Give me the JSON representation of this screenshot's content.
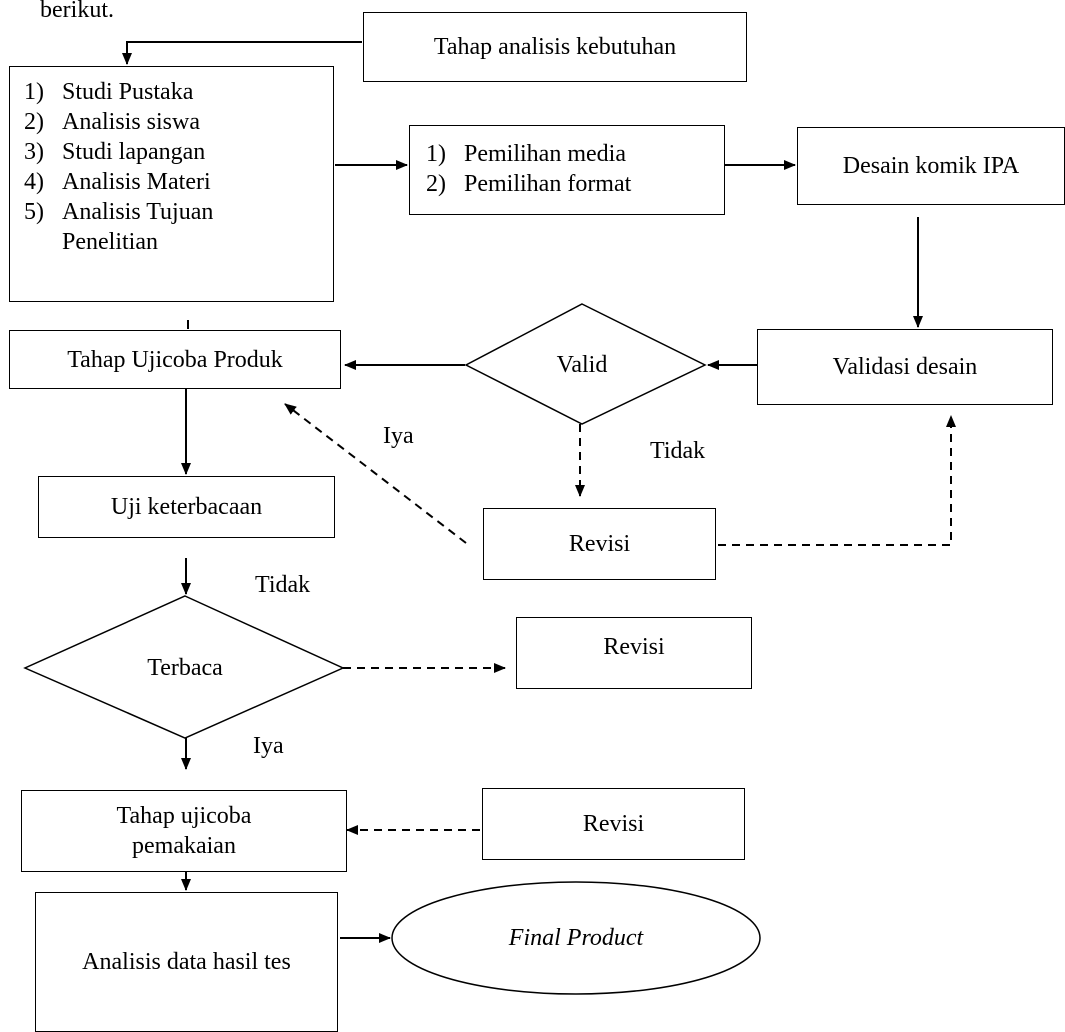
{
  "page": {
    "intro_fragment": "berikut."
  },
  "nodes": {
    "kebutuhan": "Tahap analisis kebutuhan",
    "analysis_items": [
      {
        "num": "1)",
        "text": "Studi Pustaka"
      },
      {
        "num": "2)",
        "text": "Analisis siswa"
      },
      {
        "num": "3)",
        "text": "Studi lapangan"
      },
      {
        "num": "4)",
        "text": "Analisis Materi"
      },
      {
        "num": "5)",
        "text": "Analisis Tujuan Penelitian"
      }
    ],
    "media_items": [
      {
        "num": "1)",
        "text": "Pemilihan media"
      },
      {
        "num": "2)",
        "text": "Pemilihan format"
      }
    ],
    "desain": "Desain komik IPA",
    "validasi": "Validasi desain",
    "valid": "Valid",
    "ujicoba_produk": "Tahap Ujicoba Produk",
    "revisi_1": "Revisi",
    "uji_keterbacaan": "Uji keterbacaan",
    "terbaca": "Terbaca",
    "revisi_2": "Revisi",
    "ujicoba_pemakaian": "Tahap ujicoba pemakaian",
    "revisi_3": "Revisi",
    "analisis_data": "Analisis data hasil tes",
    "final": "Final Product"
  },
  "edge_labels": {
    "iya_valid": "Iya",
    "tidak_valid": "Tidak",
    "tidak_terbaca": "Tidak",
    "iya_terbaca": "Iya"
  }
}
